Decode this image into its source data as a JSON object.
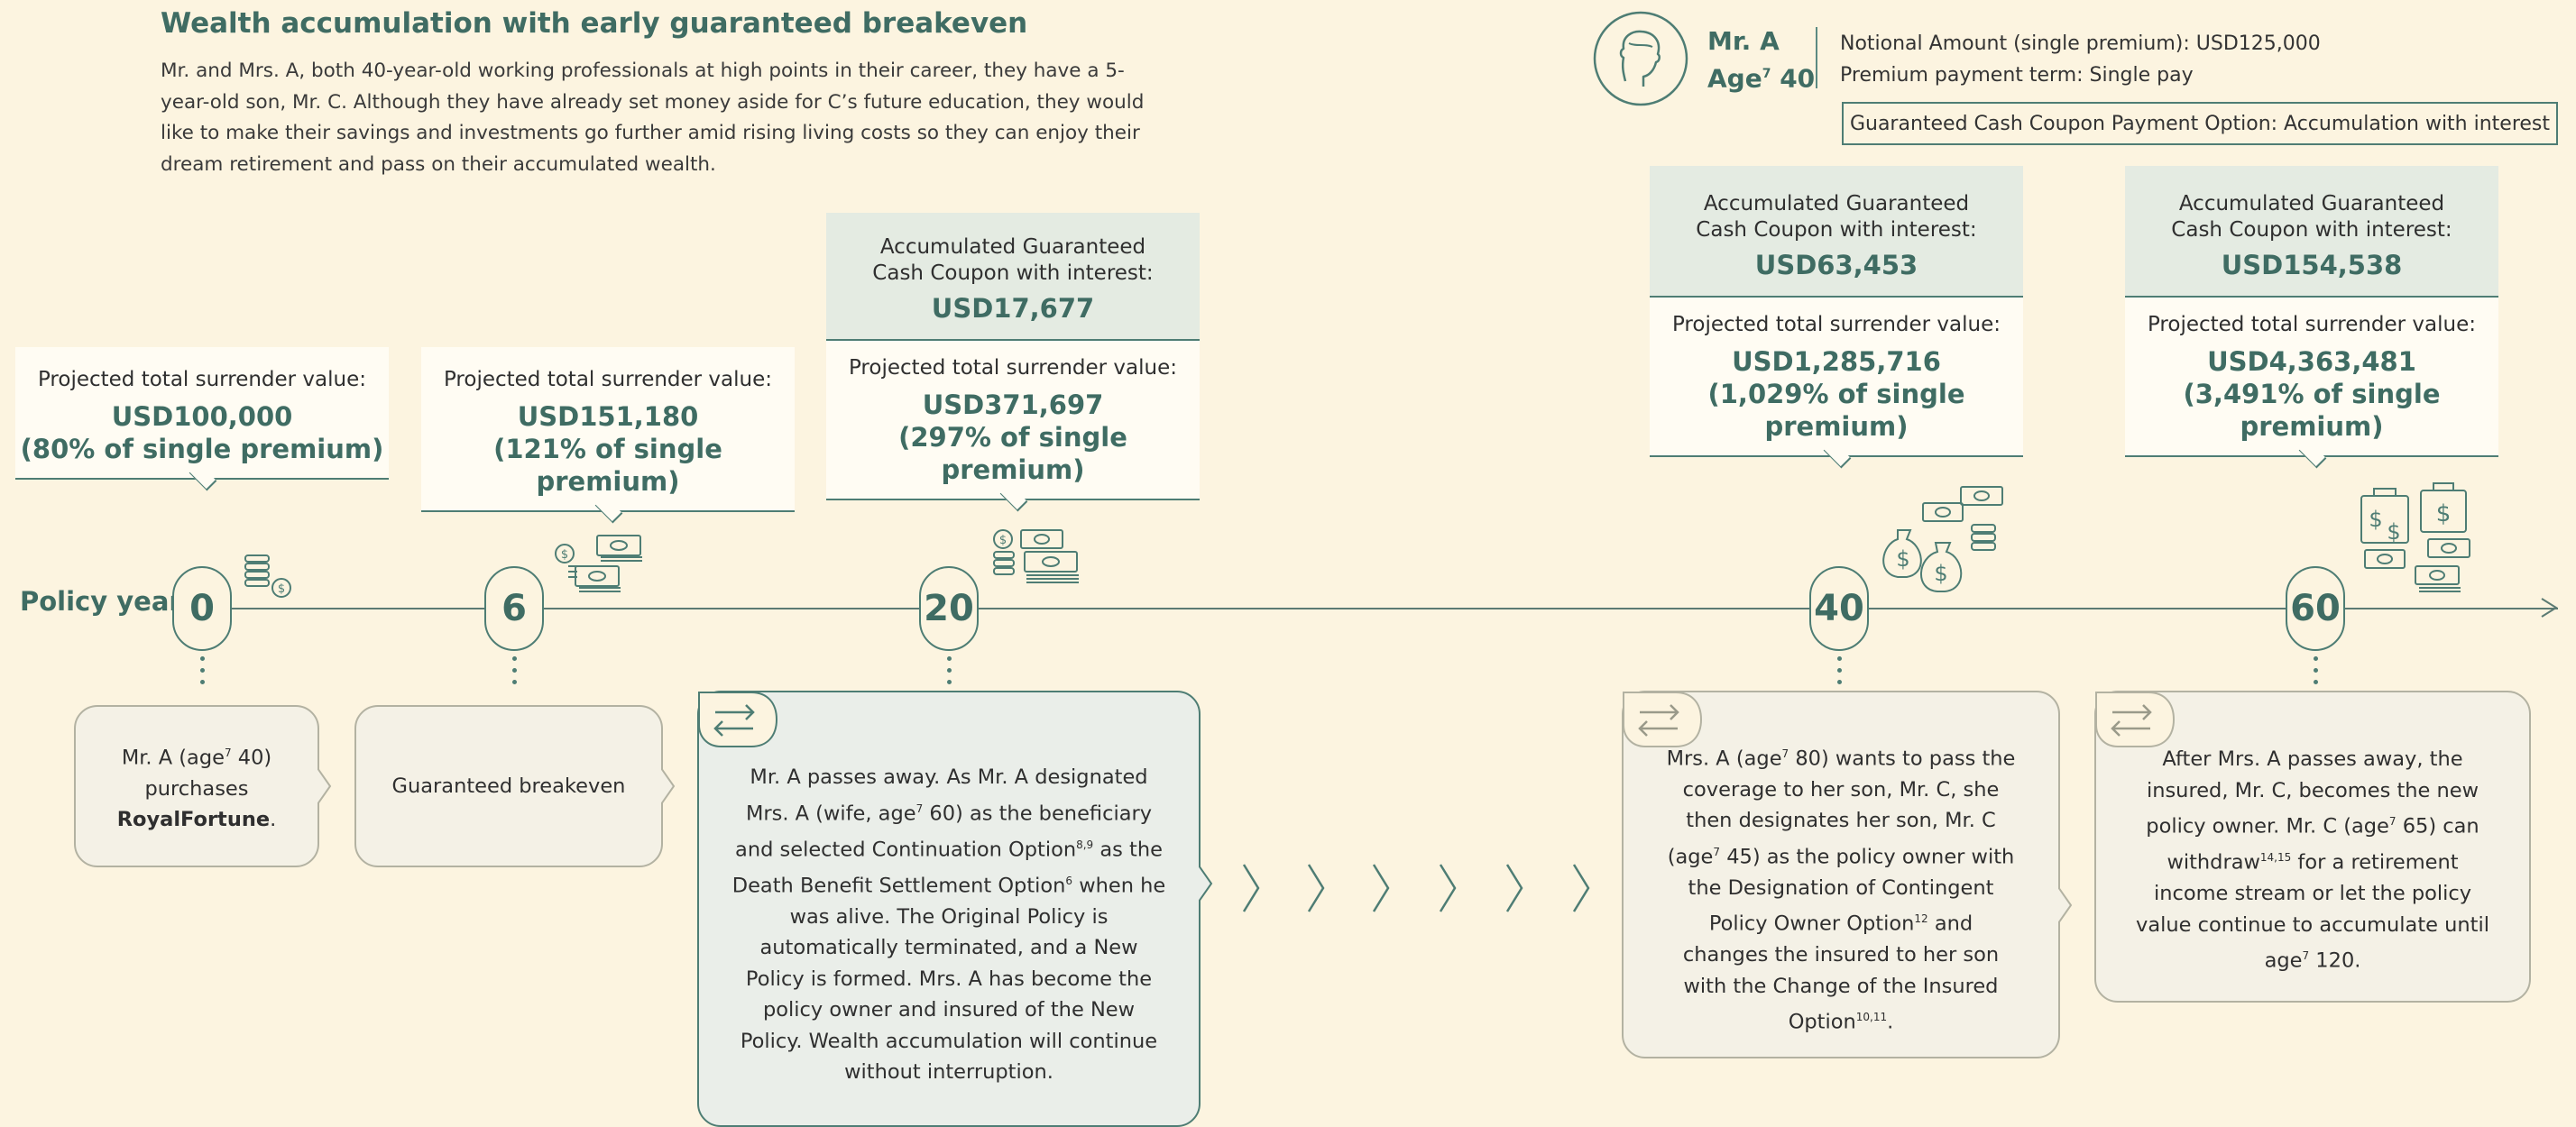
{
  "header": {
    "title": "Wealth accumulation with early guaranteed breakeven",
    "intro": "Mr. and Mrs. A, both 40-year-old working professionals at high points in their career, they have a 5-year-old son, Mr. C. Although they have already set money aside for C’s future education, they would like to make their savings and investments go further amid rising living costs so they can enjoy their dream retirement and pass on their accumulated wealth."
  },
  "profile": {
    "name": "Mr. A",
    "age_label": "Age",
    "age_sup": "7",
    "age_value": "40",
    "notional": "Notional Amount (single premium): USD125,000",
    "payment_term": "Premium payment term: Single pay",
    "coupon_option": "Guaranteed Cash Coupon Payment Option: Accumulation with interest",
    "icon": "person-head-icon"
  },
  "cards": {
    "y0": {
      "surrender_label": "Projected total surrender value:",
      "surrender_value": "USD100,000",
      "surrender_pct": "(80% of single premium)"
    },
    "y6": {
      "surrender_label": "Projected total surrender value:",
      "surrender_value": "USD151,180",
      "surrender_pct": "(121% of single premium)"
    },
    "y20": {
      "coupon_label": "Accumulated Guaranteed Cash Coupon with interest:",
      "coupon_value": "USD17,677",
      "surrender_label": "Projected total surrender value:",
      "surrender_value": "USD371,697",
      "surrender_pct": "(297% of single premium)"
    },
    "y40": {
      "coupon_label": "Accumulated Guaranteed Cash Coupon with interest:",
      "coupon_value": "USD63,453",
      "surrender_label": "Projected total surrender value:",
      "surrender_value": "USD1,285,716",
      "surrender_pct": "(1,029% of single premium)"
    },
    "y60": {
      "coupon_label": "Accumulated Guaranteed Cash Coupon with interest:",
      "coupon_value": "USD154,538",
      "surrender_label": "Projected total surrender value:",
      "surrender_value": "USD4,363,481",
      "surrender_pct": "(3,491% of single premium)"
    }
  },
  "timeline": {
    "axis_label": "Policy year",
    "years": [
      "0",
      "6",
      "20",
      "40",
      "60"
    ]
  },
  "events": {
    "y0": {
      "pre": "Mr. A (age",
      "sup": "7",
      "mid": " 40) purchases ",
      "bold": "RoyalFortune",
      "post": "."
    },
    "y6": {
      "text": "Guaranteed breakeven"
    },
    "y20": {
      "t1": "Mr. A passes away. As Mr. A designated Mrs. A (wife, age",
      "s1": "7",
      "t2": " 60) as the beneficiary and selected Continuation Option",
      "s2": "8,9",
      "t3": " as the Death Benefit Settlement Option",
      "s3": "6",
      "t4": " when he was alive. The Original Policy is automatically terminated, and a New Policy is formed. Mrs. A has become the policy owner and insured of the New Policy. Wealth accumulation will continue without interruption."
    },
    "y40": {
      "t1": "Mrs. A (age",
      "s1": "7",
      "t2": " 80) wants to pass the coverage to her son, Mr. C, she then designates her son, Mr. C (age",
      "s2": "7",
      "t3": " 45) as the policy owner with the Designation of Contingent Policy Owner Option",
      "s3": "12",
      "t4": " and changes the insured to her son with the Change of the Insured Option",
      "s4": "10,11",
      "t5": "."
    },
    "y60": {
      "t1": "After Mrs. A passes away, the insured, Mr. C, becomes the new policy owner. Mr. C (age",
      "s1": "7",
      "t2": " 65) can withdraw",
      "s2": "14,15",
      "t3": " for a retirement income stream or let the policy value continue to accumulate until age",
      "s3": "7",
      "t4": " 120."
    }
  },
  "colors": {
    "background": "#fcf4e0",
    "accent": "#3f6c63",
    "line": "#4e7d74",
    "panel_green": "#e4ebe2"
  }
}
